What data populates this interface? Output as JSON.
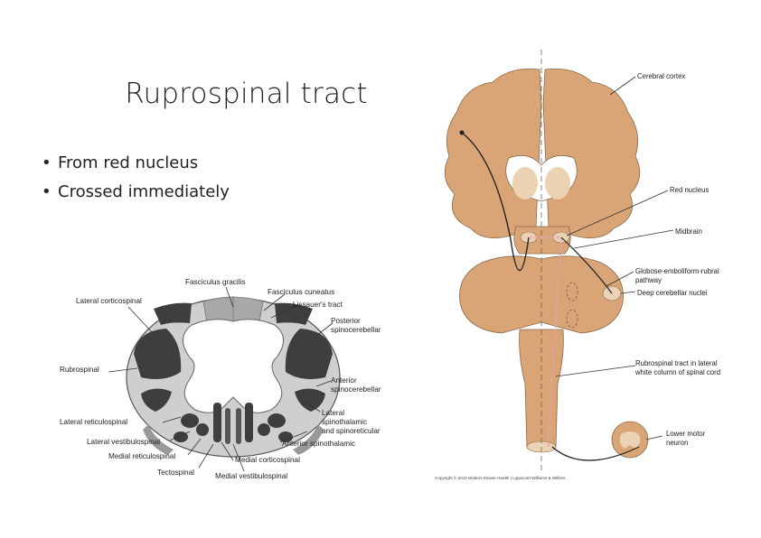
{
  "slide": {
    "title": "Ruprospinal tract",
    "bullets": [
      "From red nucleus",
      "Crossed immediately"
    ]
  },
  "cord_figure": {
    "labels": {
      "fasciculus_gracilis": "Fasciculus gracilis",
      "fasciculus_cuneatus": "Fasciculus cuneatus",
      "lateral_corticospinal": "Lateral corticospinal",
      "lissauers_tract": "Lissauer's tract",
      "posterior_spinocerebellar_1": "Posterior",
      "posterior_spinocerebellar_2": "spinocerebellar",
      "rubrospinal": "Rubrospinal",
      "anterior_spinocerebellar_1": "Anterior",
      "anterior_spinocerebellar_2": "spinocerebellar",
      "lateral_spinothalamic_1": "Lateral",
      "lateral_spinothalamic_2": "spinothalamic",
      "lateral_spinothalamic_3": "and spinoreticular",
      "lateral_reticulospinal": "Lateral reticulospinal",
      "lateral_vestibulospinal": "Lateral vestibulospinal",
      "anterior_spinothalamic": "Anterior spinothalamic",
      "medial_reticulospinal": "Medial reticulospinal",
      "medial_corticospinal": "Medial corticospinal",
      "tectospinal": "Tectospinal",
      "medial_vestibulospinal": "Medial vestibulospinal"
    }
  },
  "brain_figure": {
    "labels": {
      "cerebral_cortex": "Cerebral cortex",
      "red_nucleus": "Red nucleus",
      "midbrain": "Midbrain",
      "globose_1": "Globose-emboliform-rubral",
      "globose_2": "pathway",
      "deep_cerebellar": "Deep cerebellar nuclei",
      "rubrospinal_1": "Rubrospinal tract in lateral",
      "rubrospinal_2": "white column of spinal cord",
      "lower_motor_1": "Lower motor",
      "lower_motor_2": "neuron",
      "copyright": "Copyright © 2010 Wolters Kluwer Health | Lippincott Williams & Wilkins"
    }
  },
  "colors": {
    "brain_fill": "#d9a576",
    "brain_light": "#ecd2b4",
    "tract_pink": "#e8a0b0"
  }
}
